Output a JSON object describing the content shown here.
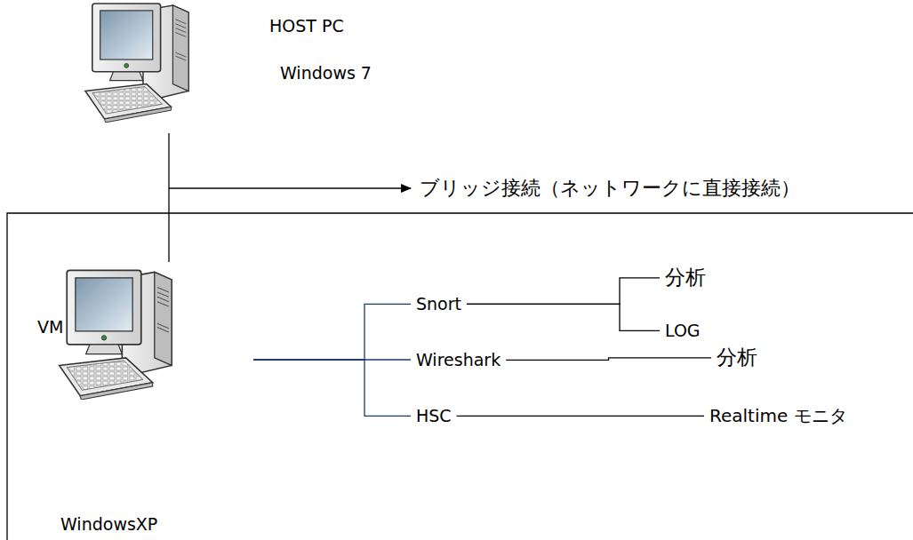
{
  "diagram": {
    "nodes": [
      {
        "text": [
          "HOST PC",
          "Windows 7"
        ]
      },
      {
        "text": [
          "VM",
          "WindowsXP"
        ]
      },
      {
        "text": [
          "Snort"
        ]
      },
      {
        "text": [
          "Wireshark"
        ]
      },
      {
        "text": [
          "HSC"
        ]
      },
      {
        "text": [
          "分析"
        ]
      },
      {
        "text": [
          "LOG"
        ]
      },
      {
        "text": [
          "分析"
        ]
      },
      {
        "text": [
          "Realtime モニタ"
        ]
      }
    ],
    "edges": [
      {
        "from": 0,
        "to": 1,
        "arrow": "none"
      },
      {
        "from": 1,
        "to": 2,
        "arrow": "none"
      },
      {
        "from": 1,
        "to": 3,
        "arrow": "none"
      },
      {
        "from": 1,
        "to": 4,
        "arrow": "none"
      },
      {
        "from": 2,
        "to": 5,
        "arrow": "none"
      },
      {
        "from": 2,
        "to": 6,
        "arrow": "none"
      },
      {
        "from": 3,
        "to": 7,
        "arrow": "none"
      },
      {
        "from": 4,
        "to": 8,
        "arrow": "none"
      }
    ],
    "labels": [
      "ブリッジ接続（ネットワークに直接接続）"
    ]
  }
}
